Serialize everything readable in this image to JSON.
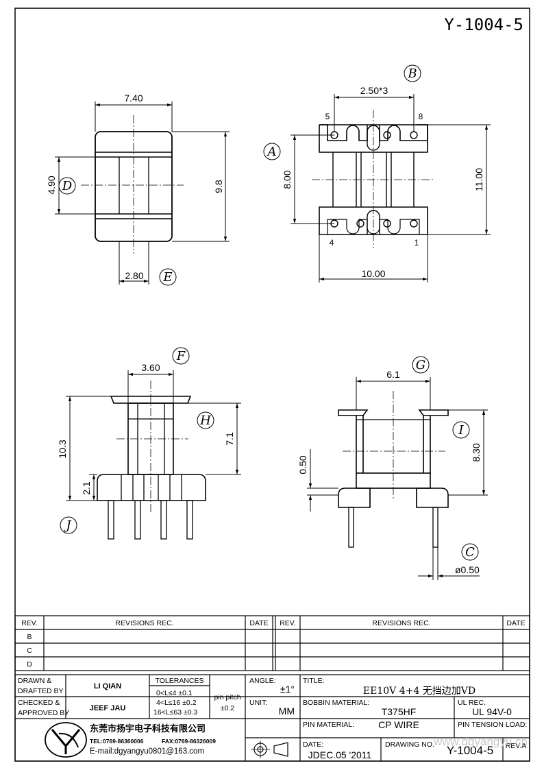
{
  "drawing_number": "Y-1004-5",
  "callouts": {
    "A": "A",
    "B": "B",
    "C": "C",
    "D": "D",
    "E": "E",
    "F": "F",
    "G": "G",
    "H": "H",
    "I": "I",
    "J": "J"
  },
  "dims": {
    "top_width": "7.40",
    "left_height_d": "4.90",
    "left_height": "9.8",
    "bottom_width_e": "2.80",
    "pitch": "2.50*3",
    "pin5": "5",
    "pin8": "8",
    "pin4": "4",
    "pin1": "1",
    "height_a": "8.00",
    "height_total": "11.00",
    "width_total": "10.00",
    "width_f": "3.60",
    "height_103": "10.3",
    "height_71": "7.1",
    "height_21": "2.1",
    "width_g": "6.1",
    "height_050": "0.50",
    "height_830": "8.30",
    "pin_dia": "ø0.50"
  },
  "revisions": {
    "rev_header": "REV.",
    "revisions_header": "REVISIONS   REC.",
    "date_header": "DATE",
    "rows": [
      "B",
      "C",
      "D"
    ]
  },
  "title_block": {
    "drawn_label": "DRAWN  &",
    "drafted_label": "DRAFTED  BY",
    "drawn_name": "LI QIAN",
    "checked_label": "CHECKED  &",
    "approved_label": "APPROVED  BY",
    "checked_name": "JEEF JAU",
    "tolerances_label": "TOLERANCES",
    "tol1": "0<L≤4    ±0.1",
    "tol2": "4<L≤16  ±0.2",
    "tol3": "16<L≤63  ±0.3",
    "pin_pitch_label": "pin  pitch",
    "pin_pitch_value": "±0.2",
    "angle_label": "ANGLE:",
    "angle_value": "±1°",
    "unit_label": "UNIT:",
    "unit_value": "MM",
    "title_label": "TITLE:",
    "title_value": "EE10V 4+4 无挡边加VD",
    "bobbin_label": "BOBBIN  MATERIAL:",
    "bobbin_value": "T375HF",
    "ul_label": "UL  REC.",
    "ul_value": "UL  94V-0",
    "pin_material_label": "PIN  MATERIAL:",
    "pin_material_value": "CP  WIRE",
    "pin_tension_label": "PIN  TENSION  LOAD:",
    "date_label": "DATE:",
    "date_value": "JDEC.05  '2011",
    "drawing_no_label": "DRAWING  NO.",
    "drawing_no_value": "Y-1004-5",
    "rev_a_label": "REV.A",
    "company_name": "东莞市扬宇电子科技有限公司",
    "tel": "TEL:0769-86360006",
    "fax": "FAX:0769-86326009",
    "email": "E-mail:dgyangyu0801@163.com",
    "watermark": "www.dgyangyu.cn"
  }
}
